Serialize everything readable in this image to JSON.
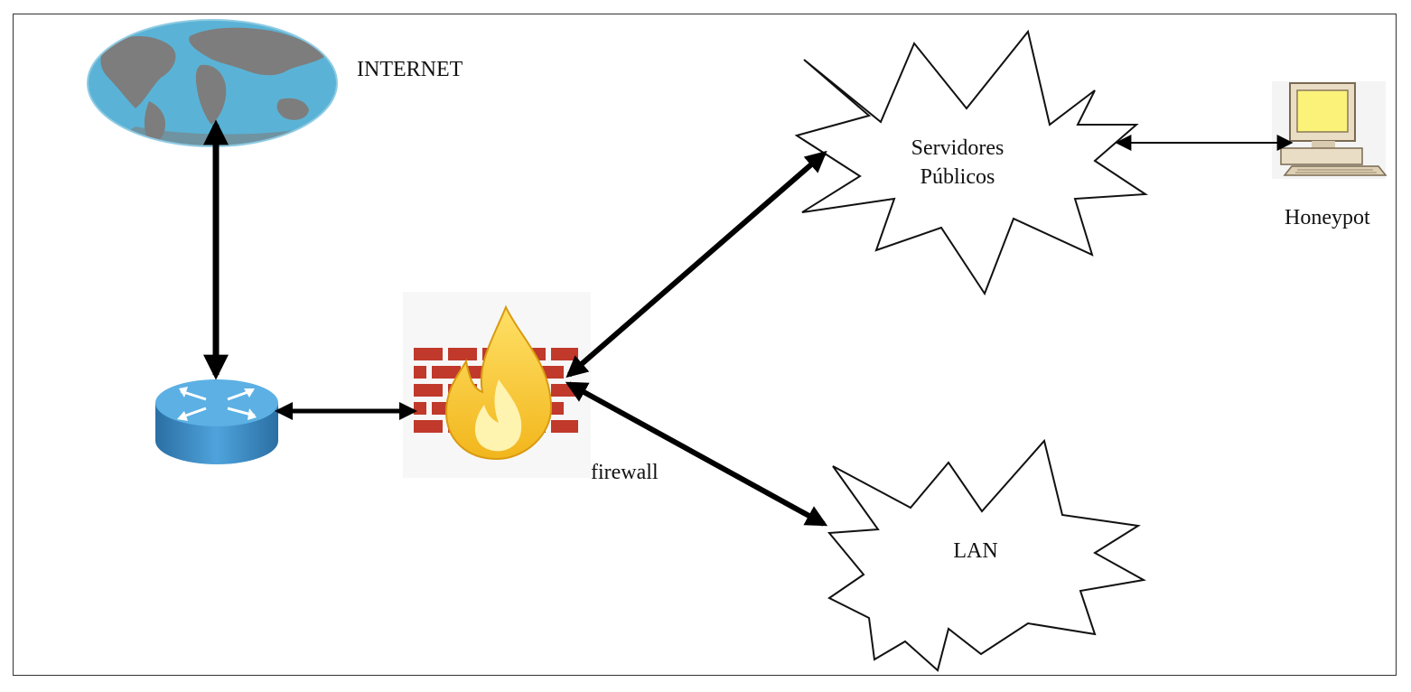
{
  "nodes": {
    "internet": {
      "label": "INTERNET",
      "icon": "world-map-icon"
    },
    "router": {
      "icon": "router-icon"
    },
    "firewall": {
      "label": "firewall",
      "icon": "firewall-icon"
    },
    "servidores": {
      "line1": "Servidores",
      "line2": "Públicos"
    },
    "lan": {
      "label": "LAN"
    },
    "honeypot": {
      "label": "Honeypot",
      "icon": "computer-icon"
    }
  },
  "colors": {
    "ocean": "#5ab3d6",
    "land": "#7d7d7d",
    "router": "#3b8fc9",
    "brick": "#c0392b",
    "flame": "#f4c531",
    "monitor_screen": "#fbf27a",
    "computer_case": "#e9ddc5",
    "arrow": "#000000"
  },
  "edges": [
    {
      "from": "internet",
      "to": "router",
      "direction": "both"
    },
    {
      "from": "router",
      "to": "firewall",
      "direction": "both"
    },
    {
      "from": "firewall",
      "to": "servidores",
      "direction": "both"
    },
    {
      "from": "firewall",
      "to": "lan",
      "direction": "both"
    },
    {
      "from": "servidores",
      "to": "honeypot",
      "direction": "both"
    }
  ]
}
